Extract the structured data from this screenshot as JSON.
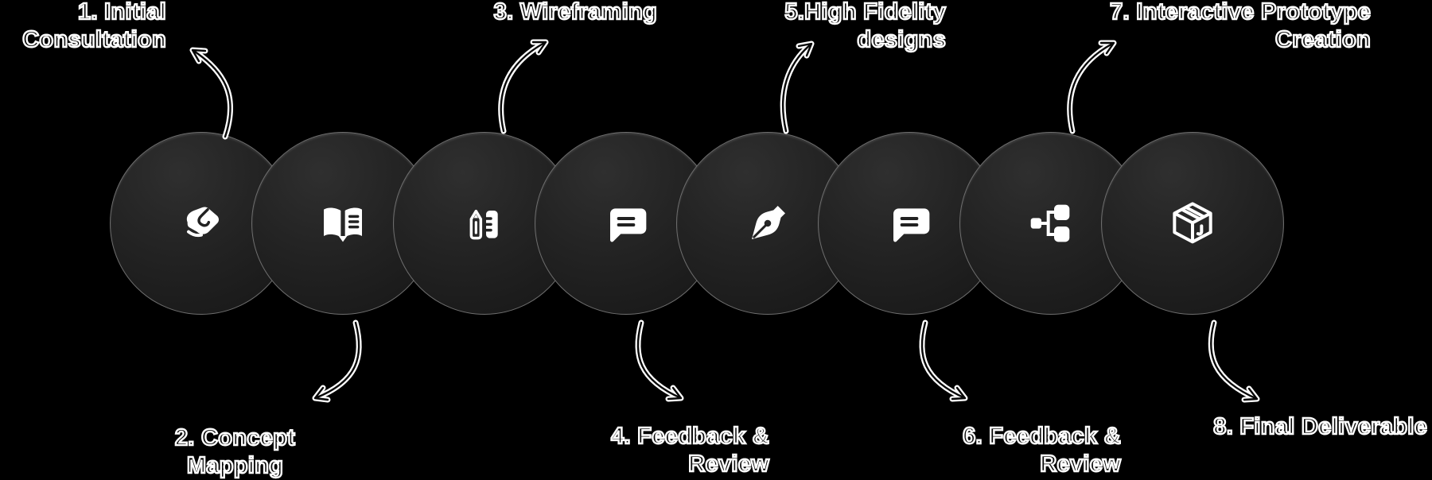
{
  "diagram": {
    "steps": [
      {
        "label": "1. Initial\nConsultation",
        "icon": "handshake-icon",
        "label_position": "top"
      },
      {
        "label": "2. Concept\nMapping",
        "icon": "open-book-icon",
        "label_position": "bottom"
      },
      {
        "label": "3. Wireframing",
        "icon": "pencil-list-icon",
        "label_position": "top"
      },
      {
        "label": "4. Feedback &\nReview",
        "icon": "chat-bubble-icon",
        "label_position": "bottom"
      },
      {
        "label": "5.High Fidelity\ndesigns",
        "icon": "pen-nib-icon",
        "label_position": "top"
      },
      {
        "label": "6. Feedback &\nReview",
        "icon": "chat-bubble-icon",
        "label_position": "bottom"
      },
      {
        "label": "7. Interactive Prototype\nCreation",
        "icon": "flow-nodes-icon",
        "label_position": "top"
      },
      {
        "label": "8. Final Deliverable",
        "icon": "package-icon",
        "label_position": "bottom"
      }
    ]
  },
  "colors": {
    "background": "#000000",
    "circle_fill_light": "#2f2f2f",
    "circle_fill_dark": "#161616",
    "circle_rim": "#6e6e6e",
    "icon_color": "#ffffff",
    "icon_cutout": "#212121",
    "label_outline": "#ffffff",
    "arrow_color": "#ffffff"
  }
}
